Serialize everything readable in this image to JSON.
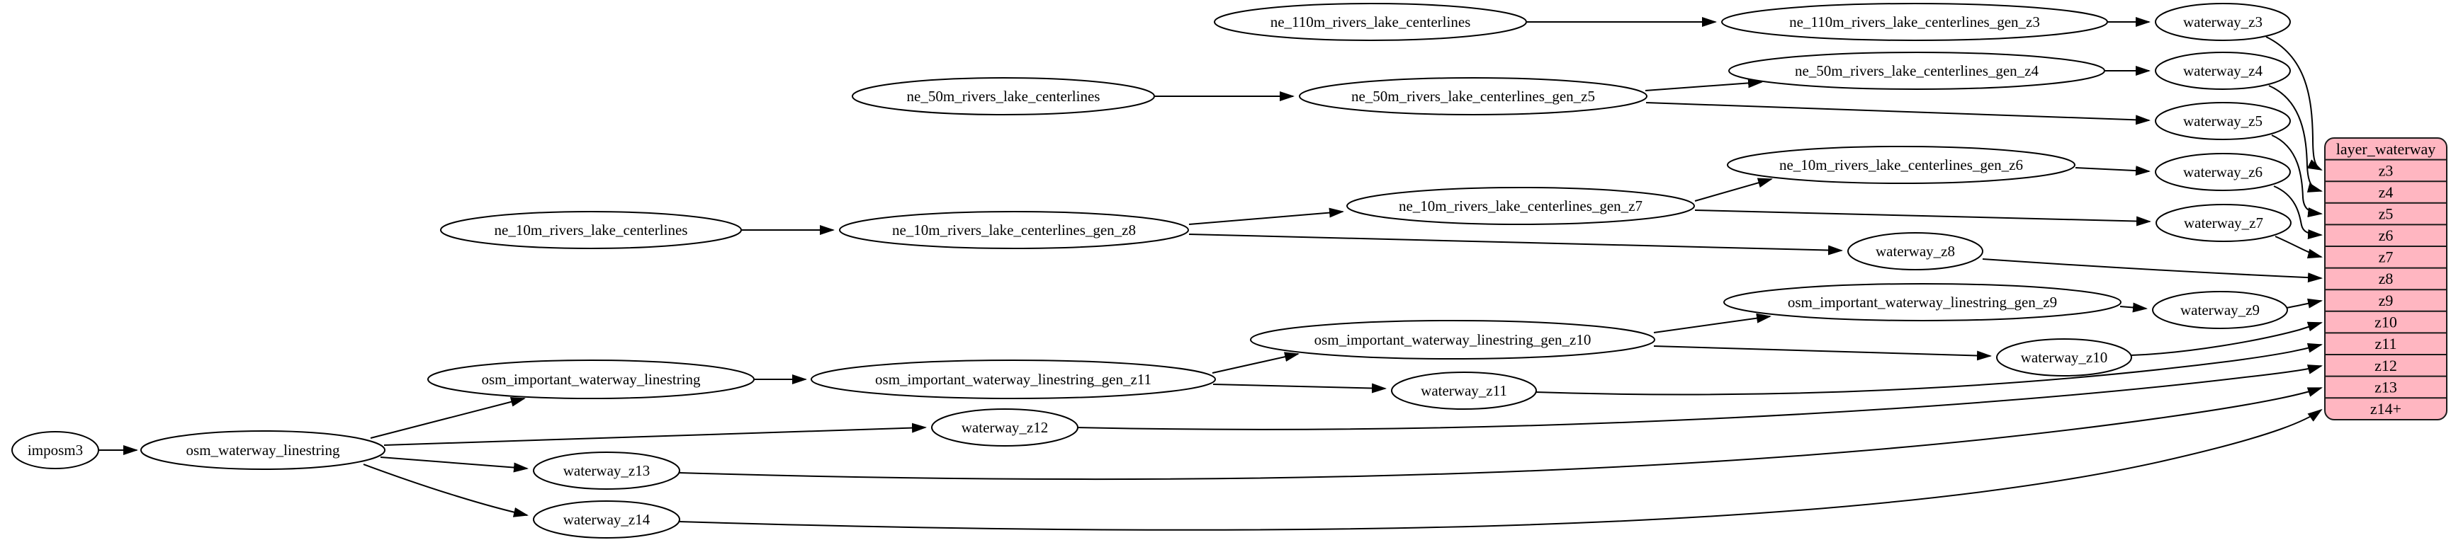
{
  "diagram": {
    "kind": "etl-dependency-graph",
    "nodes": [
      {
        "id": "imposm3",
        "label": "imposm3"
      },
      {
        "id": "osm_waterway_linestring",
        "label": "osm_waterway_linestring"
      },
      {
        "id": "ne_110m_rivers_lake_centerlines",
        "label": "ne_110m_rivers_lake_centerlines"
      },
      {
        "id": "ne_110m_rivers_lake_centerlines_gen_z3",
        "label": "ne_110m_rivers_lake_centerlines_gen_z3"
      },
      {
        "id": "waterway_z3",
        "label": "waterway_z3"
      },
      {
        "id": "ne_50m_rivers_lake_centerlines",
        "label": "ne_50m_rivers_lake_centerlines"
      },
      {
        "id": "ne_50m_rivers_lake_centerlines_gen_z5",
        "label": "ne_50m_rivers_lake_centerlines_gen_z5"
      },
      {
        "id": "ne_50m_rivers_lake_centerlines_gen_z4",
        "label": "ne_50m_rivers_lake_centerlines_gen_z4"
      },
      {
        "id": "waterway_z4",
        "label": "waterway_z4"
      },
      {
        "id": "waterway_z5",
        "label": "waterway_z5"
      },
      {
        "id": "ne_10m_rivers_lake_centerlines",
        "label": "ne_10m_rivers_lake_centerlines"
      },
      {
        "id": "ne_10m_rivers_lake_centerlines_gen_z8",
        "label": "ne_10m_rivers_lake_centerlines_gen_z8"
      },
      {
        "id": "ne_10m_rivers_lake_centerlines_gen_z7",
        "label": "ne_10m_rivers_lake_centerlines_gen_z7"
      },
      {
        "id": "ne_10m_rivers_lake_centerlines_gen_z6",
        "label": "ne_10m_rivers_lake_centerlines_gen_z6"
      },
      {
        "id": "waterway_z6",
        "label": "waterway_z6"
      },
      {
        "id": "waterway_z7",
        "label": "waterway_z7"
      },
      {
        "id": "waterway_z8",
        "label": "waterway_z8"
      },
      {
        "id": "osm_important_waterway_linestring",
        "label": "osm_important_waterway_linestring"
      },
      {
        "id": "osm_important_waterway_linestring_gen_z11",
        "label": "osm_important_waterway_linestring_gen_z11"
      },
      {
        "id": "osm_important_waterway_linestring_gen_z10",
        "label": "osm_important_waterway_linestring_gen_z10"
      },
      {
        "id": "osm_important_waterway_linestring_gen_z9",
        "label": "osm_important_waterway_linestring_gen_z9"
      },
      {
        "id": "waterway_z9",
        "label": "waterway_z9"
      },
      {
        "id": "waterway_z10",
        "label": "waterway_z10"
      },
      {
        "id": "waterway_z11",
        "label": "waterway_z11"
      },
      {
        "id": "waterway_z12",
        "label": "waterway_z12"
      },
      {
        "id": "waterway_z13",
        "label": "waterway_z13"
      },
      {
        "id": "waterway_z14",
        "label": "waterway_z14"
      }
    ],
    "edges": [
      [
        "imposm3",
        "osm_waterway_linestring"
      ],
      [
        "osm_waterway_linestring",
        "osm_important_waterway_linestring"
      ],
      [
        "osm_waterway_linestring",
        "waterway_z12"
      ],
      [
        "osm_waterway_linestring",
        "waterway_z13"
      ],
      [
        "osm_waterway_linestring",
        "waterway_z14"
      ],
      [
        "osm_important_waterway_linestring",
        "osm_important_waterway_linestring_gen_z11"
      ],
      [
        "osm_important_waterway_linestring_gen_z11",
        "osm_important_waterway_linestring_gen_z10"
      ],
      [
        "osm_important_waterway_linestring_gen_z11",
        "waterway_z11"
      ],
      [
        "osm_important_waterway_linestring_gen_z10",
        "osm_important_waterway_linestring_gen_z9"
      ],
      [
        "osm_important_waterway_linestring_gen_z10",
        "waterway_z10"
      ],
      [
        "osm_important_waterway_linestring_gen_z9",
        "waterway_z9"
      ],
      [
        "ne_110m_rivers_lake_centerlines",
        "ne_110m_rivers_lake_centerlines_gen_z3"
      ],
      [
        "ne_110m_rivers_lake_centerlines_gen_z3",
        "waterway_z3"
      ],
      [
        "ne_50m_rivers_lake_centerlines",
        "ne_50m_rivers_lake_centerlines_gen_z5"
      ],
      [
        "ne_50m_rivers_lake_centerlines_gen_z5",
        "ne_50m_rivers_lake_centerlines_gen_z4"
      ],
      [
        "ne_50m_rivers_lake_centerlines_gen_z5",
        "waterway_z5"
      ],
      [
        "ne_50m_rivers_lake_centerlines_gen_z4",
        "waterway_z4"
      ],
      [
        "ne_10m_rivers_lake_centerlines",
        "ne_10m_rivers_lake_centerlines_gen_z8"
      ],
      [
        "ne_10m_rivers_lake_centerlines_gen_z8",
        "ne_10m_rivers_lake_centerlines_gen_z7"
      ],
      [
        "ne_10m_rivers_lake_centerlines_gen_z8",
        "waterway_z8"
      ],
      [
        "ne_10m_rivers_lake_centerlines_gen_z7",
        "ne_10m_rivers_lake_centerlines_gen_z6"
      ],
      [
        "ne_10m_rivers_lake_centerlines_gen_z7",
        "waterway_z7"
      ],
      [
        "ne_10m_rivers_lake_centerlines_gen_z6",
        "waterway_z6"
      ],
      [
        "waterway_z3",
        "layer_waterway.z3"
      ],
      [
        "waterway_z4",
        "layer_waterway.z4"
      ],
      [
        "waterway_z5",
        "layer_waterway.z5"
      ],
      [
        "waterway_z6",
        "layer_waterway.z6"
      ],
      [
        "waterway_z7",
        "layer_waterway.z7"
      ],
      [
        "waterway_z8",
        "layer_waterway.z8"
      ],
      [
        "waterway_z9",
        "layer_waterway.z9"
      ],
      [
        "waterway_z10",
        "layer_waterway.z10"
      ],
      [
        "waterway_z11",
        "layer_waterway.z11"
      ],
      [
        "waterway_z12",
        "layer_waterway.z12"
      ],
      [
        "waterway_z13",
        "layer_waterway.z13"
      ],
      [
        "waterway_z14",
        "layer_waterway.z14+"
      ]
    ]
  },
  "table": {
    "title": "layer_waterway",
    "rows": [
      "z3",
      "z4",
      "z5",
      "z6",
      "z7",
      "z8",
      "z9",
      "z10",
      "z11",
      "z12",
      "z13",
      "z14+"
    ]
  },
  "colors": {
    "table_fill": "#ffb6c1",
    "node_fill": "#ffffff",
    "stroke": "#000000",
    "background": "#ffffff"
  }
}
